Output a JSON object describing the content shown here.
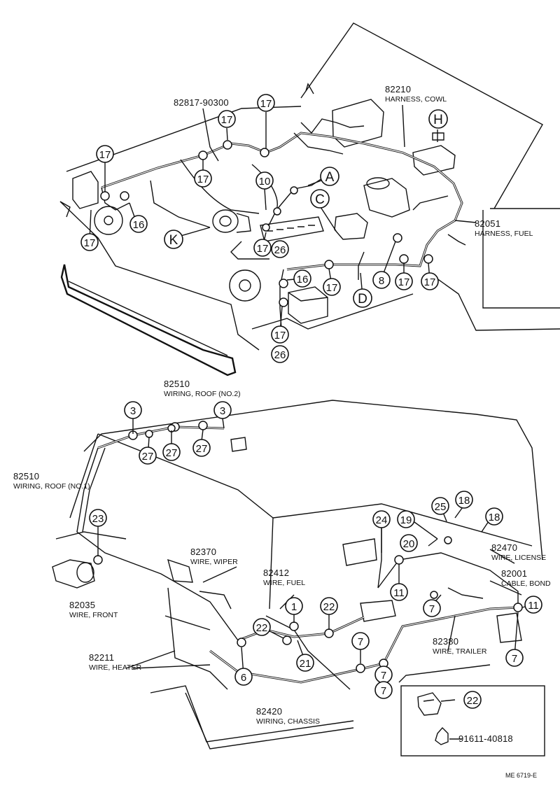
{
  "header_parts": {
    "bolt_82817": "82817-90300",
    "cowl_no": "82210",
    "cowl_desc": "HARNESS, COWL",
    "fuel_harness_no": "82051",
    "fuel_harness_desc": "HARNESS, FUEL"
  },
  "roof_no2": {
    "no": "82510",
    "desc": "WIRING, ROOF (NO.2)"
  },
  "roof_no1": {
    "no": "82510",
    "desc": "WIRING, ROOF (NO.1)"
  },
  "wiper": {
    "no": "82370",
    "desc": "WIRE, WIPER"
  },
  "fuel_wire": {
    "no": "82412",
    "desc": "WIRE, FUEL"
  },
  "license": {
    "no": "82470",
    "desc": "WIRE, LICENSE"
  },
  "bond": {
    "no": "82001",
    "desc": "CABLE, BOND"
  },
  "front": {
    "no": "82035",
    "desc": "WIRE, FRONT"
  },
  "heater": {
    "no": "82211",
    "desc": "WIRE, HEATER"
  },
  "trailer": {
    "no": "82380",
    "desc": "WIRE, TRAILER"
  },
  "chassis": {
    "no": "82420",
    "desc": "WIRING, CHASSIS"
  },
  "inset": {
    "ref": "22",
    "bolt": "91611-40818"
  },
  "callouts": {
    "c17": "17",
    "c16": "16",
    "c10": "10",
    "c26": "26",
    "c8": "8",
    "c3": "3",
    "c27": "27",
    "c23": "23",
    "c24": "24",
    "c19": "19",
    "c25": "25",
    "c18": "18",
    "c20": "20",
    "c11": "11",
    "c7": "7",
    "c1": "1",
    "c22": "22",
    "c21": "21",
    "c6": "6",
    "cA": "A",
    "cC": "C",
    "cD": "D",
    "cH": "H",
    "cK": "K"
  },
  "footer": {
    "code": "ME 6719-E"
  }
}
